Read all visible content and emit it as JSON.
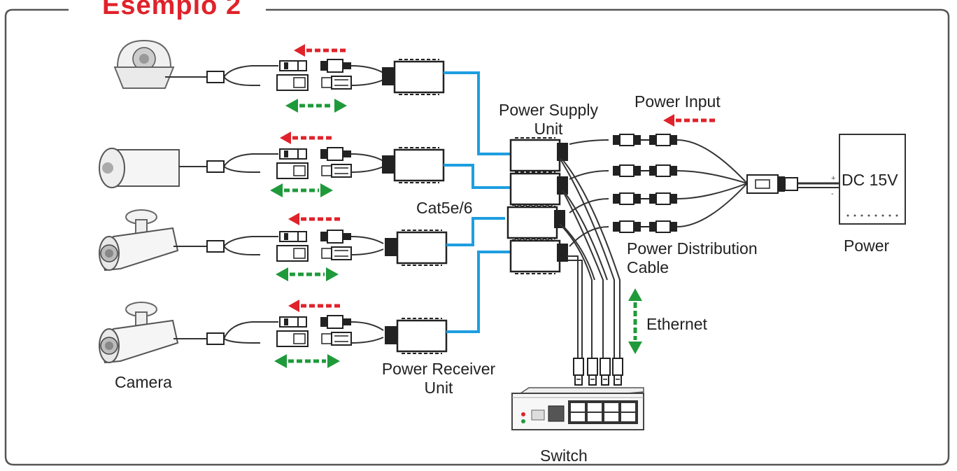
{
  "title": "Esempio 2",
  "labels": {
    "power_supply_unit": "Power Supply\nUnit",
    "power_input": "Power Input",
    "dc": "DC 15V",
    "power": "Power",
    "cat": "Cat5e/6",
    "power_distribution_cable": "Power Distribution\nCable",
    "ethernet": "Ethernet",
    "power_receiver_unit": "Power Receiver\nUnit",
    "camera": "Camera",
    "switch": "Switch"
  },
  "colors": {
    "title": "#e0222a",
    "cat_cable": "#1e9ee0",
    "power_arrow": "#e0222a",
    "data_arrow": "#1f9a3a",
    "line": "#333333",
    "frame": "#555555"
  },
  "icons": [
    "dome-camera-icon",
    "box-camera-icon",
    "bullet-camera-icon",
    "bullet-camera-icon",
    "power-supply-unit-icon",
    "power-receiver-unit-icon",
    "dc-power-adapter-icon",
    "splitter-icon",
    "network-switch-icon",
    "rj45-plug-icon"
  ]
}
